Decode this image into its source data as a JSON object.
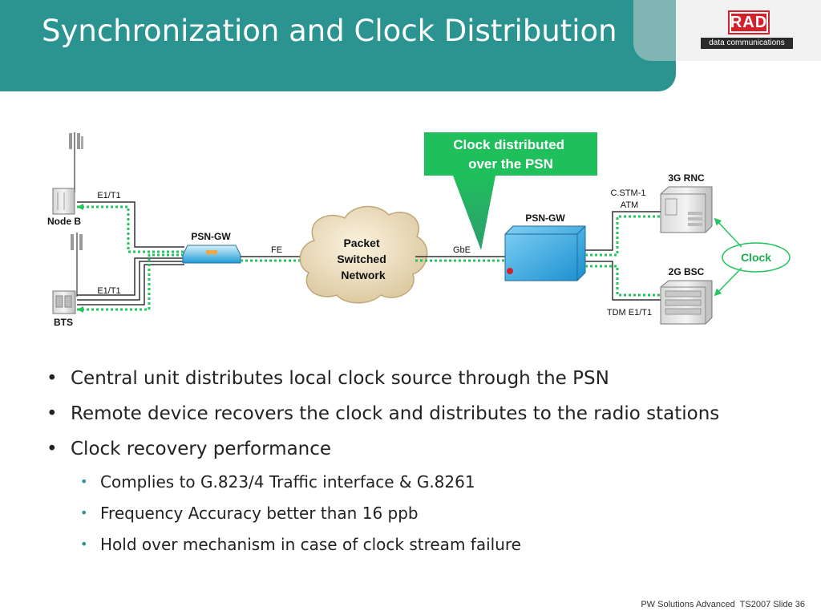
{
  "slide": {
    "title": "Synchronization and Clock Distribution",
    "logo": {
      "brand": "RAD",
      "subtitle": "data communications"
    },
    "footer": "PW Solutions Advanced  TS2007 Slide 36"
  },
  "diagram": {
    "callout": [
      "Clock distributed",
      "over the PSN"
    ],
    "cloud": [
      "Packet",
      "Switched",
      "Network"
    ],
    "labels": {
      "node_b": "Node B",
      "bts": "BTS",
      "e1t1_top": "E1/T1",
      "e1t1_bottom": "E1/T1",
      "psn_gw_left": "PSN-GW",
      "psn_gw_right": "PSN-GW",
      "fe": "FE",
      "gbe": "GbE",
      "rnc": "3G RNC",
      "stm": [
        "C.STM-1",
        "ATM"
      ],
      "bsc": "2G BSC",
      "tdm": "TDM E1/T1",
      "clock": "Clock"
    },
    "colors": {
      "teal": "#2b9490",
      "clock_green": "#22c55e",
      "callout_green": "#1fbf5c"
    }
  },
  "bullets": [
    {
      "level": 1,
      "text": "Central unit distributes local clock source through the PSN"
    },
    {
      "level": 1,
      "text": "Remote device recovers the clock and distributes to the radio stations"
    },
    {
      "level": 1,
      "text": "Clock recovery performance"
    },
    {
      "level": 2,
      "text": "Complies to G.823/4 Traffic interface & G.8261"
    },
    {
      "level": 2,
      "text": "Frequency Accuracy better than 16 ppb"
    },
    {
      "level": 2,
      "text": "Hold over mechanism in case of clock stream failure"
    }
  ]
}
